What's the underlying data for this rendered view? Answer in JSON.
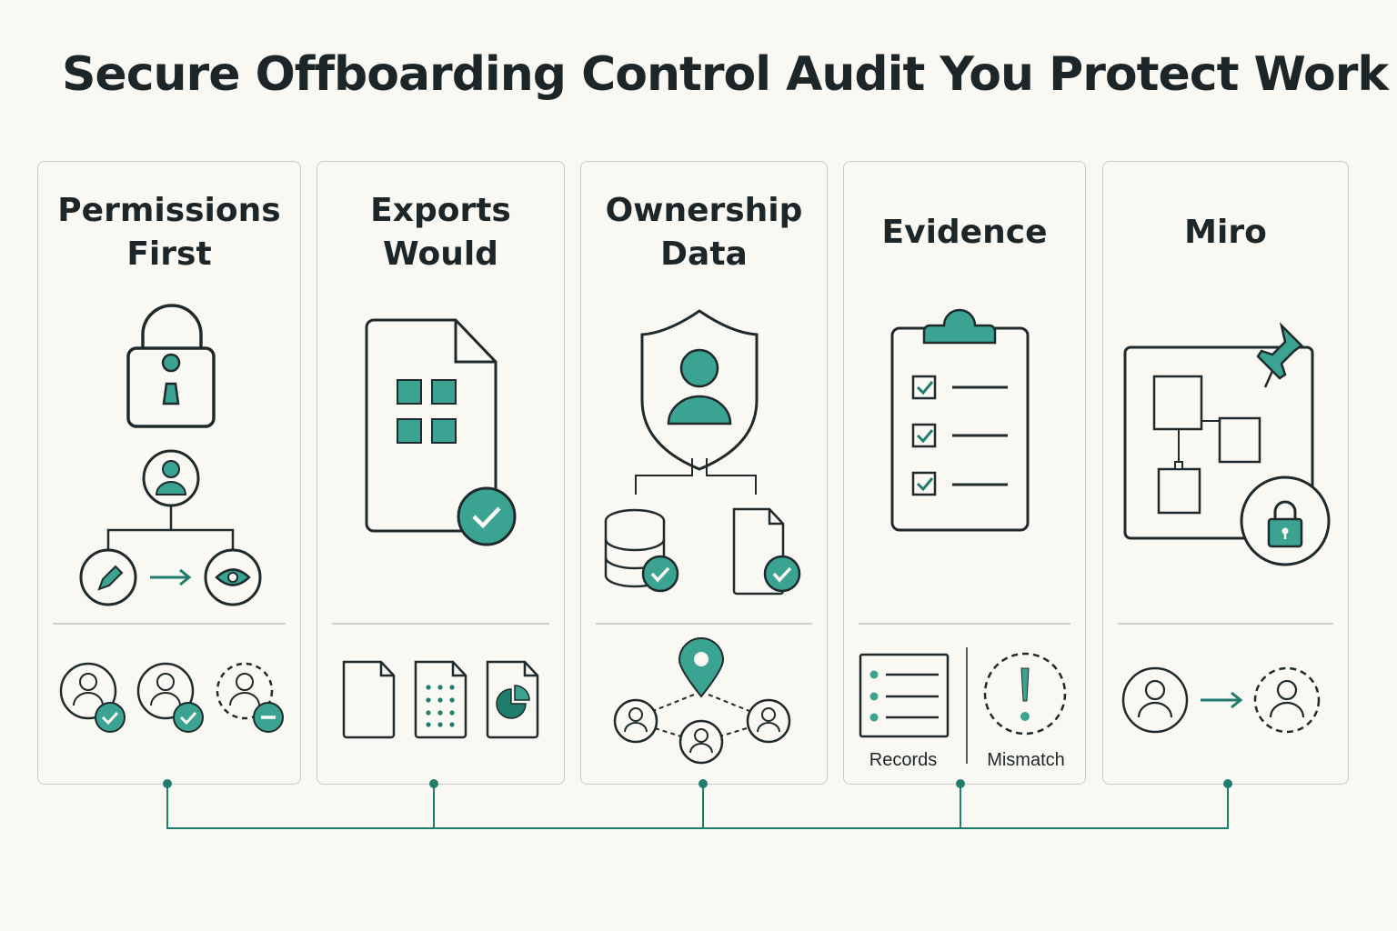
{
  "title": "Secure Offboarding Control Audit You Protect Work",
  "panels": [
    {
      "title_lines": [
        "Permissions",
        "First"
      ]
    },
    {
      "title_lines": [
        "Exports",
        "Would"
      ]
    },
    {
      "title_lines": [
        "Ownership",
        "Data"
      ]
    },
    {
      "title_lines": [
        "Evidence"
      ]
    },
    {
      "title_lines": [
        "Miro"
      ]
    }
  ],
  "evidence": {
    "records_label": "Records",
    "mismatch_label": "Mismatch"
  },
  "colors": {
    "accent": "#3aa391",
    "accent_dark": "#1f7d6d",
    "ink": "#1f2a2c",
    "background": "#faf8f3",
    "border": "#c9c9c6"
  }
}
